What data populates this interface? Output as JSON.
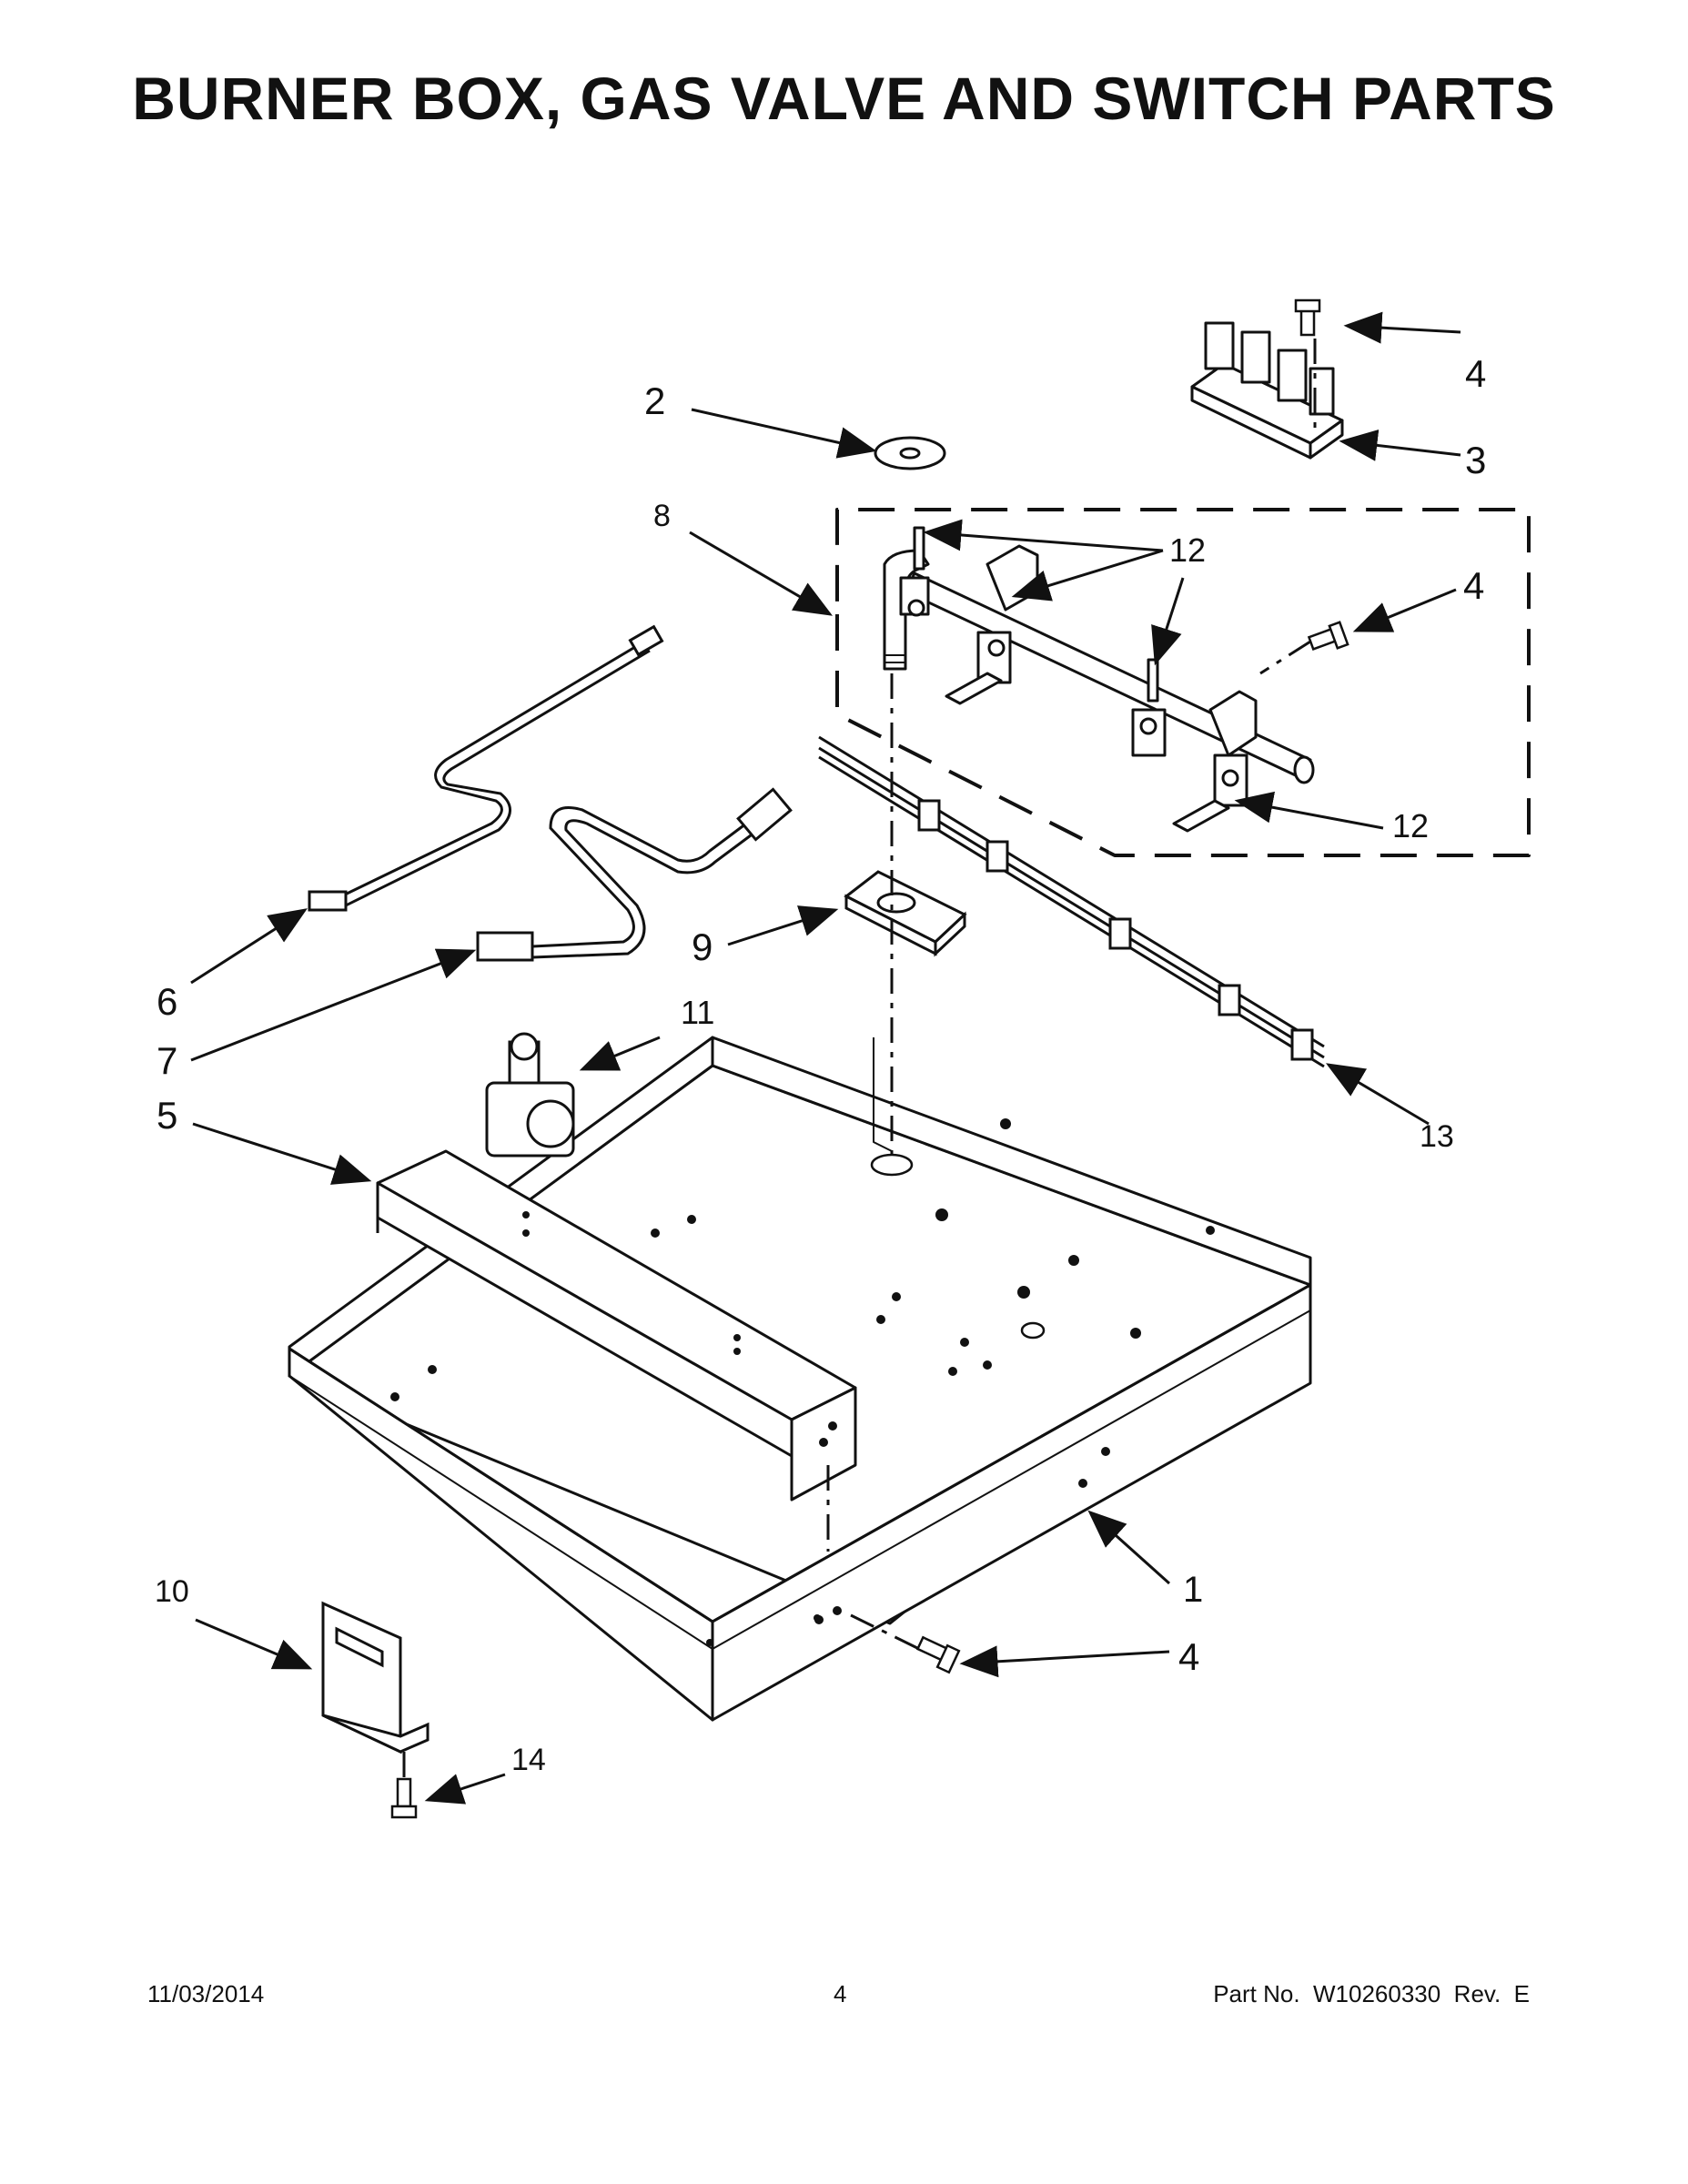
{
  "title": "BURNER BOX, GAS VALVE AND SWITCH PARTS",
  "callouts": {
    "c1": "1",
    "c2": "2",
    "c3": "3",
    "c4a": "4",
    "c4b": "4",
    "c4c": "4",
    "c5": "5",
    "c6": "6",
    "c7": "7",
    "c8": "8",
    "c9": "9",
    "c10": "10",
    "c11": "11",
    "c12a": "12",
    "c12b": "12",
    "c13": "13",
    "c14": "14"
  },
  "footer": {
    "date": "11/03/2014",
    "page": "4",
    "part": "Part No.  W10260330  Rev.  E"
  }
}
